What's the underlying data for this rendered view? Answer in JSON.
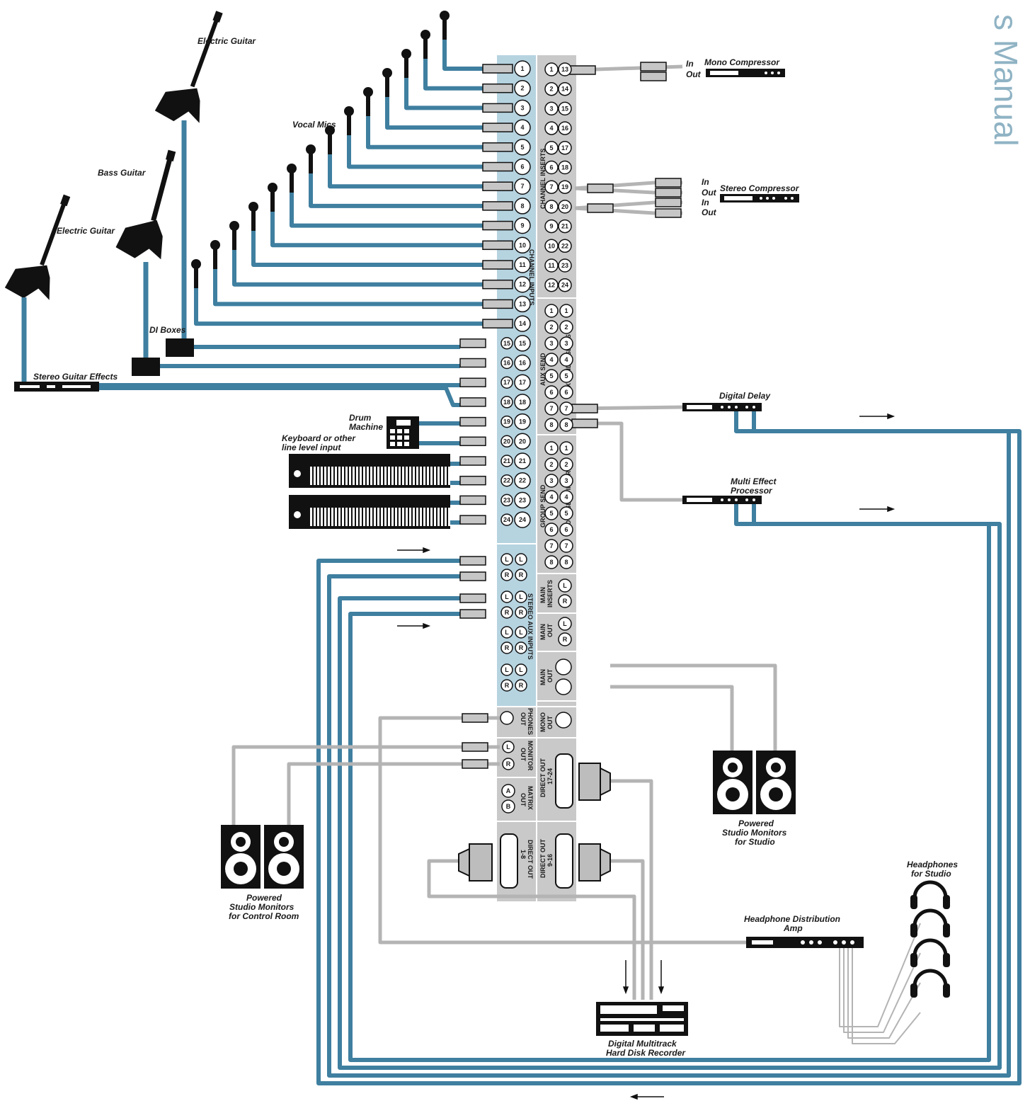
{
  "side_title": "s Manual",
  "labels": {
    "electric_guitar_1": "Electric Guitar",
    "electric_guitar_2": "Electric Guitar",
    "bass_guitar": "Bass Guitar",
    "vocal_mics": "Vocal Mics",
    "di_boxes": "DI Boxes",
    "stereo_guitar_effects": "Stereo Guitar Effects",
    "drum_machine_1": "Drum",
    "drum_machine_2": "Machine",
    "keyboard_1": "Keyboard or other",
    "keyboard_2": "line level input",
    "mono_compressor": "Mono Compressor",
    "stereo_compressor": "Stereo Compressor",
    "in": "In",
    "out": "Out",
    "digital_delay": "Digital Delay",
    "multi_effect_1": "Multi Effect",
    "multi_effect_2": "Processor",
    "powered_studio_1": "Powered",
    "powered_studio_2": "Studio Monitors",
    "powered_studio_3": "for Studio",
    "powered_cr_1": "Powered",
    "powered_cr_2": "Studio Monitors",
    "powered_cr_3": "for Control Room",
    "headphones_1": "Headphones",
    "headphones_2": "for Studio",
    "hp_amp_1": "Headphone Distribution",
    "hp_amp_2": "Amp",
    "recorder_1": "Digital Multitrack",
    "recorder_2": "Hard Disk Recorder"
  },
  "mixer_sections": {
    "channel_inserts": "CHANNEL INSERTS",
    "channel_inputs": "CHANNEL INPUTS",
    "aux_send": "AUX SEND",
    "aux_send_inserts": "AUX SEND INSERTS",
    "group_send": "GROUP SEND",
    "group_send_inserts": "GROUP SEND INSERTS",
    "stereo_aux_inputs": "STEREO AUX INPUTS",
    "main_inserts_1": "MAIN",
    "main_inserts_2": "INSERTS",
    "main_out_1": "MAIN",
    "main_out_2": "OUT",
    "phones_out_1": "PHONES",
    "phones_out_2": "OUT",
    "mono_out_1": "MONO",
    "mono_out_2": "OUT",
    "monitor_out_1": "MONITOR",
    "monitor_out_2": "OUT",
    "direct_out_17_24_1": "DIRECT OUT",
    "direct_out_17_24_2": "17-24",
    "matrix_out_1": "MATRIX",
    "matrix_out_2": "OUT",
    "direct_out_1_8_1": "DIRECT OUT",
    "direct_out_1_8_2": "1-8",
    "direct_out_9_16_1": "DIRECT OUT",
    "direct_out_9_16_2": "9-16"
  },
  "channel_numbers": [
    "1",
    "2",
    "3",
    "4",
    "5",
    "6",
    "7",
    "8",
    "9",
    "10",
    "11",
    "12",
    "13",
    "14",
    "15",
    "16",
    "17",
    "18",
    "19",
    "20",
    "21",
    "22",
    "23",
    "24"
  ],
  "insert_pairs": [
    [
      "1",
      "13"
    ],
    [
      "2",
      "14"
    ],
    [
      "3",
      "15"
    ],
    [
      "4",
      "16"
    ],
    [
      "5",
      "17"
    ],
    [
      "6",
      "18"
    ],
    [
      "7",
      "19"
    ],
    [
      "8",
      "20"
    ],
    [
      "9",
      "21"
    ],
    [
      "10",
      "22"
    ],
    [
      "11",
      "23"
    ],
    [
      "12",
      "24"
    ]
  ],
  "aux_numbers": [
    "1",
    "2",
    "3",
    "4",
    "5",
    "6",
    "7",
    "8"
  ],
  "group_numbers": [
    "1",
    "2",
    "3",
    "4",
    "5",
    "6",
    "7",
    "8"
  ],
  "stereo_lr": [
    "L",
    "R"
  ],
  "matrix": [
    "A",
    "B"
  ],
  "colors": {
    "blue_cable": "#3f7fa0",
    "gray_cable": "#b4b4b4",
    "panel": "#c9c9c9",
    "panel_blue": "#b6d3e0",
    "ink": "#111111"
  }
}
